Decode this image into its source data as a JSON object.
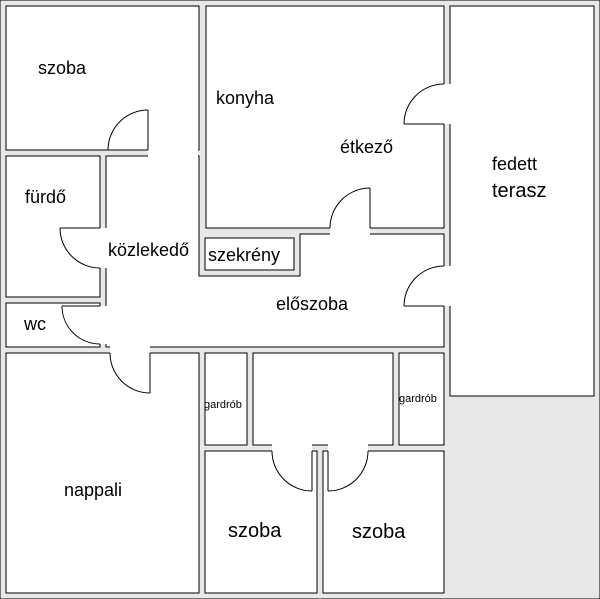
{
  "colors": {
    "wall_fill": "#e8e8e8",
    "wall_stroke": "#000000",
    "background": "#ffffff"
  },
  "rooms": {
    "szoba_top_left": "szoba",
    "konyha": "konyha",
    "etkezo": "étkező",
    "fedett_line1": "fedett",
    "fedett_line2": "terasz",
    "furdo": "fürdő",
    "kozlekedo": "közlekedő",
    "szekreny": "szekrény",
    "eloszoba": "előszoba",
    "wc": "wc",
    "gardrob_left": "gardrób",
    "gardrob_right": "gardrób",
    "nappali": "nappali",
    "szoba_bottom_mid": "szoba",
    "szoba_bottom_right": "szoba"
  }
}
